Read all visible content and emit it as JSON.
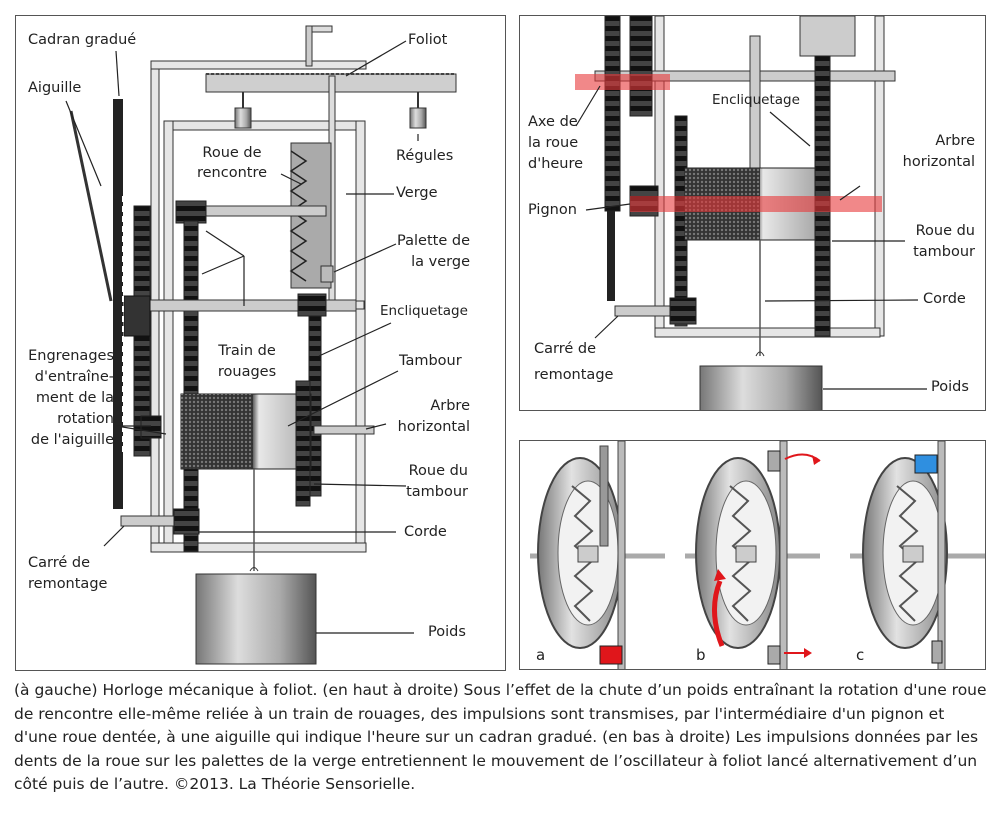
{
  "left_panel": {
    "labels": {
      "cadran": "Cadran gradué",
      "aiguille": "Aiguille",
      "foliot": "Foliot",
      "regules": "Régules",
      "roue_rencontre_1": "Roue de",
      "roue_rencontre_2": "rencontre",
      "verge": "Verge",
      "palette_1": "Palette de",
      "palette_2": "la verge",
      "encliquetage": "Encliquetage",
      "train_1": "Train de",
      "train_2": "rouages",
      "tambour": "Tambour",
      "arbre_1": "Arbre",
      "arbre_2": "horizontal",
      "roue_tambour_1": "Roue du",
      "roue_tambour_2": "tambour",
      "engrenages_1": "Engrenages",
      "engrenages_2": "d'entraîne-",
      "engrenages_3": "ment de la",
      "engrenages_4": "rotation",
      "engrenages_5": "de l'aiguille",
      "corde": "Corde",
      "carre_1": "Carré de",
      "carre_2": "remontage",
      "poids": "Poids"
    }
  },
  "top_right_panel": {
    "labels": {
      "axe_1": "Axe de",
      "axe_2": "la roue",
      "axe_3": "d'heure",
      "encliquetage": "Encliquetage",
      "arbre_1": "Arbre",
      "arbre_2": "horizontal",
      "pignon": "Pignon",
      "roue_tambour_1": "Roue du",
      "roue_tambour_2": "tambour",
      "corde": "Corde",
      "carre_1": "Carré de",
      "carre_2": "remontage",
      "poids": "Poids"
    },
    "highlight_color": "#e8383b"
  },
  "bottom_right_panel": {
    "sub_labels": [
      "a",
      "b",
      "c"
    ],
    "pallet_colors": {
      "a": "#e0161b",
      "c": "#2f8fe0"
    },
    "arrow_color": "#e0161b"
  },
  "caption": "(à gauche) Horloge mécanique à foliot. (en haut à droite) Sous l’effet de la chute d’un poids entraînant la rotation d'une roue de rencontre  elle-même reliée à un train de rouages, des impulsions sont transmises, par l'intermédiaire d'un pignon et d'une roue dentée, à une aiguille qui indique l'heure sur un cadran gradué. (en bas à droite) Les impulsions données par les dents de la roue sur les palettes de la verge entretiennent le mouvement de l’oscillateur à foliot lancé alternativement d’un côté puis de l’autre. ©2013. La Théorie Sensorielle."
}
